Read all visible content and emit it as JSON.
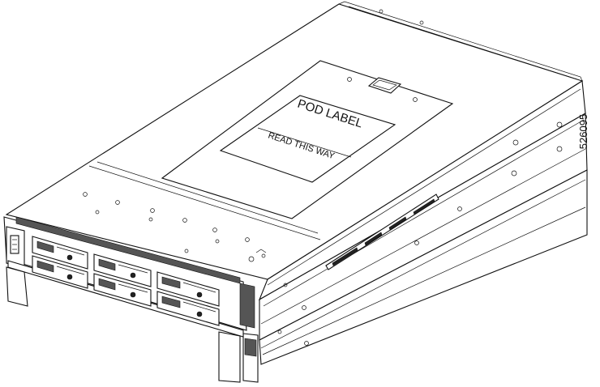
{
  "label_plate": {
    "title": "POD LABEL",
    "instruction": "READ THIS WAY"
  },
  "figure_number": "526095",
  "drive_bay_count": 6,
  "colors": {
    "line": "#111111",
    "background": "#ffffff",
    "mesh": "#555555"
  }
}
